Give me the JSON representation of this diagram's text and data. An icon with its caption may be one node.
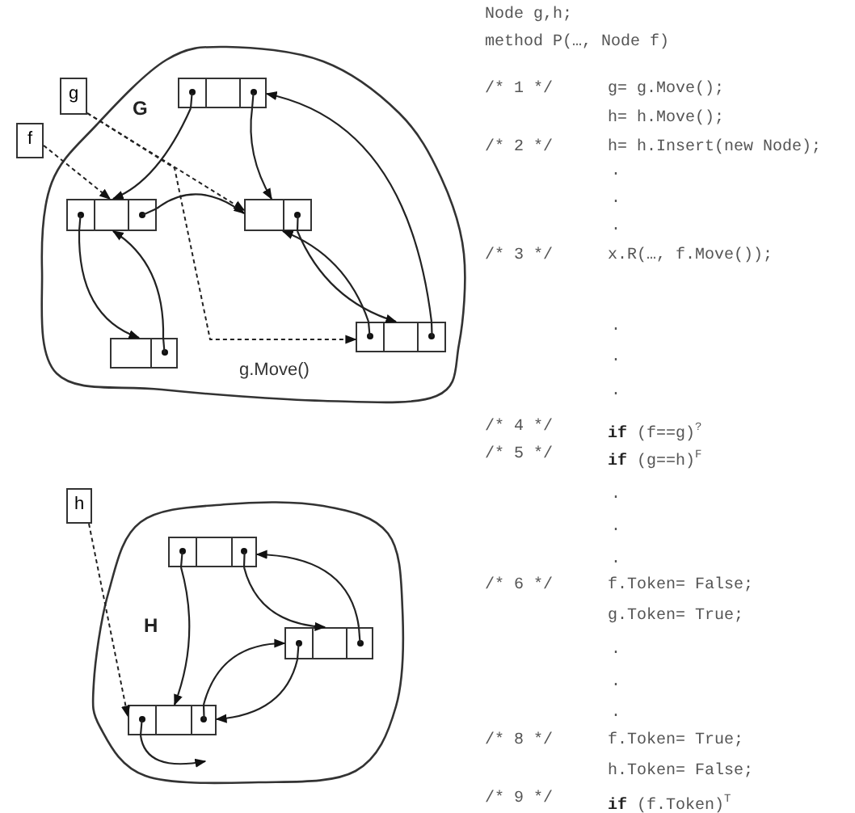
{
  "diagram": {
    "nodes": [
      {
        "text": [
          "G"
        ]
      },
      {
        "text": [
          "g"
        ]
      },
      {
        "text": [
          "f"
        ]
      },
      {
        "text": [],
        "shape": "box",
        "in": 0
      },
      {
        "text": [],
        "shape": "box",
        "in": 0
      },
      {
        "text": [],
        "shape": "box",
        "in": 0
      },
      {
        "text": [],
        "shape": "box",
        "in": 0
      },
      {
        "text": [],
        "shape": "box",
        "in": 0
      },
      {
        "text": [
          "H"
        ]
      },
      {
        "text": [
          "h"
        ]
      },
      {
        "text": [],
        "shape": "box",
        "in": 8
      },
      {
        "text": [],
        "shape": "box",
        "in": 8
      },
      {
        "text": [],
        "shape": "box",
        "in": 8
      }
    ],
    "edges": [
      {
        "from": 1,
        "to": 5,
        "arrow": "to",
        "style": "dashed"
      },
      {
        "from": 1,
        "to": 7,
        "arrow": "to",
        "style": "dashed",
        "label": "g.Move()"
      },
      {
        "from": 2,
        "to": 4,
        "arrow": "to",
        "style": "dashed"
      },
      {
        "from": 3,
        "to": 4,
        "arrow": "to"
      },
      {
        "from": 3,
        "to": 5,
        "arrow": "to"
      },
      {
        "from": 4,
        "to": 5,
        "arrow": "to"
      },
      {
        "from": 5,
        "to": 7,
        "arrow": "to"
      },
      {
        "from": 7,
        "to": 5,
        "arrow": "to"
      },
      {
        "from": 7,
        "to": 3,
        "arrow": "to"
      },
      {
        "from": 4,
        "to": 6,
        "arrow": "to"
      },
      {
        "from": 6,
        "to": 4,
        "arrow": "to"
      },
      {
        "from": 9,
        "to": 12,
        "arrow": "to",
        "style": "dashed"
      },
      {
        "from": 10,
        "to": 12,
        "arrow": "to"
      },
      {
        "from": 10,
        "to": 11,
        "arrow": "to"
      },
      {
        "from": 11,
        "to": 10,
        "arrow": "to"
      },
      {
        "from": 12,
        "to": 11,
        "arrow": "to"
      },
      {
        "from": 11,
        "to": 12,
        "arrow": "to"
      },
      {
        "from": 12,
        "to": null,
        "arrow": "to"
      }
    ],
    "labels": [
      "Node g,h;",
      "method P(…, Node f)",
      "/* 1 */",
      "g= g.Move();",
      "h= h.Move();",
      "/* 2 */",
      "h= h.Insert(new Node);",
      ".",
      ".",
      ".",
      "/* 3 */",
      "x.R(…, f.Move());",
      ".",
      ".",
      ".",
      "/* 4 */",
      "**if** (f==g)$^{?}$",
      "/* 5 */",
      "**if** (g==h)$^{F}$",
      ".",
      ".",
      ".",
      "/* 6 */",
      "f.Token= False;",
      "g.Token= True;",
      ".",
      ".",
      ".",
      "/* 8 */",
      "f.Token= True;",
      "h.Token= False;",
      "/* 9 */",
      "**if** (f.Token)$^{T}$"
    ]
  }
}
